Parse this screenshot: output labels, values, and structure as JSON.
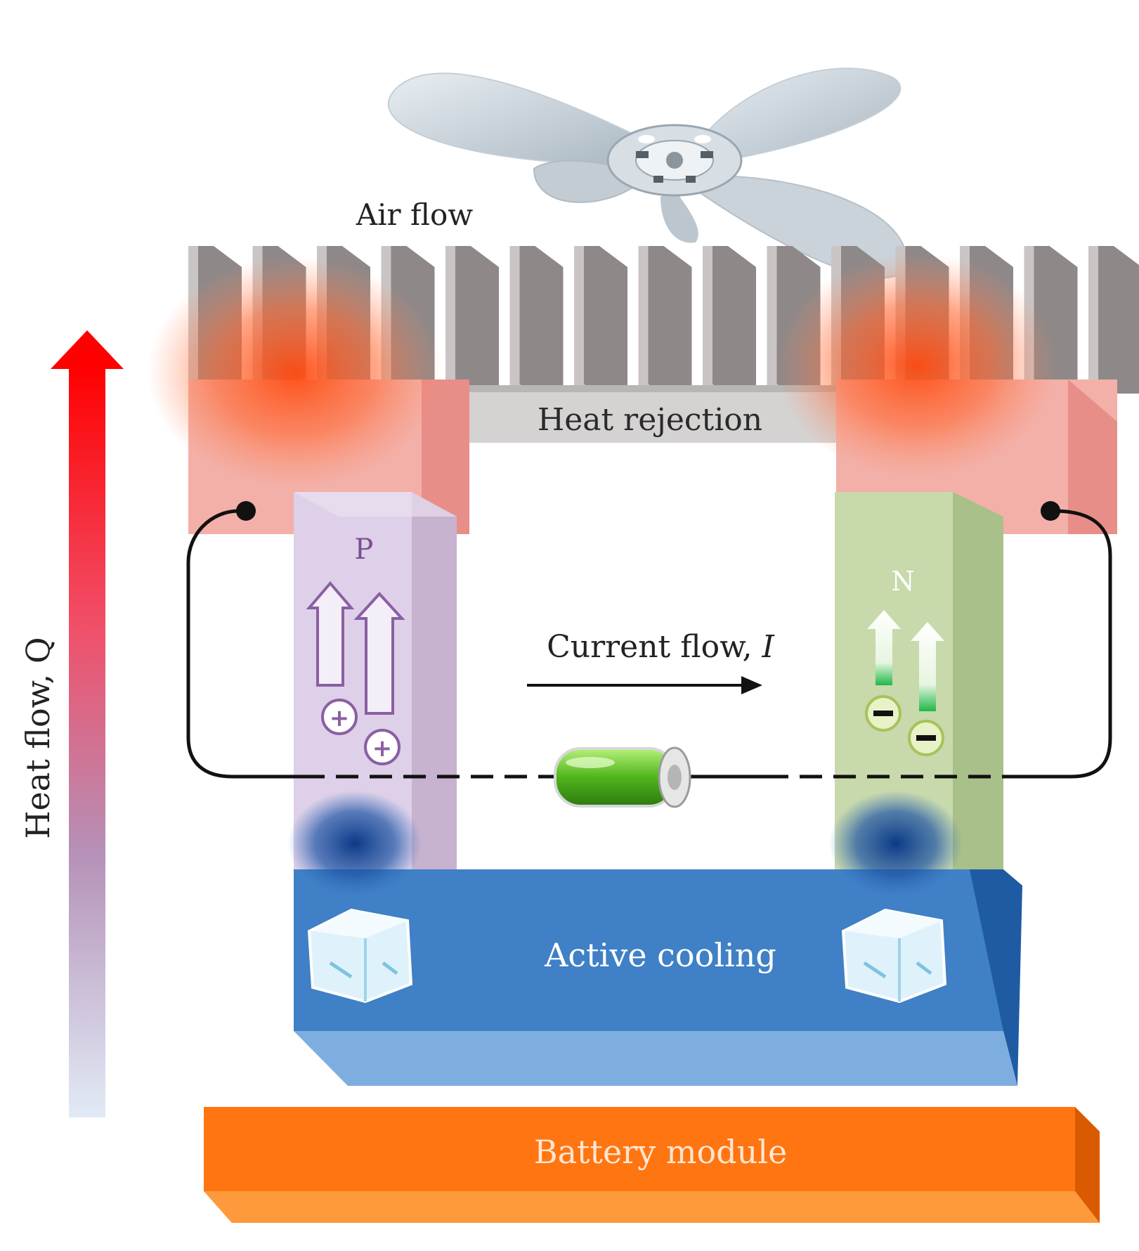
{
  "labels": {
    "air_flow": "Air flow",
    "heat_rejection": "Heat rejection",
    "p_type": "P",
    "n_type": "N",
    "current_flow": "Current flow, ",
    "current_symbol": "I",
    "active_cooling": "Active cooling",
    "battery_module": "Battery module",
    "heat_flow": "Heat flow, Q",
    "plus": "+",
    "minus": "−"
  },
  "colors": {
    "heat_arrow_top": "#ff0000",
    "heat_arrow_bottom": "#dde8f4",
    "heatsink": "#8c8585",
    "hot_spot": "#ff5a1f",
    "p_leg": "#ddd0e6",
    "n_leg": "#c5d7a8",
    "cooling_plate": "#3f82c8",
    "cold_spot": "#0c3f8a",
    "battery": "#ff7a10",
    "wire": "#111111",
    "battery_cell": "#6ecf2a"
  },
  "icons": [
    "fan-icon",
    "ice-cube-icon",
    "battery-cell-icon",
    "up-arrow-icon"
  ]
}
